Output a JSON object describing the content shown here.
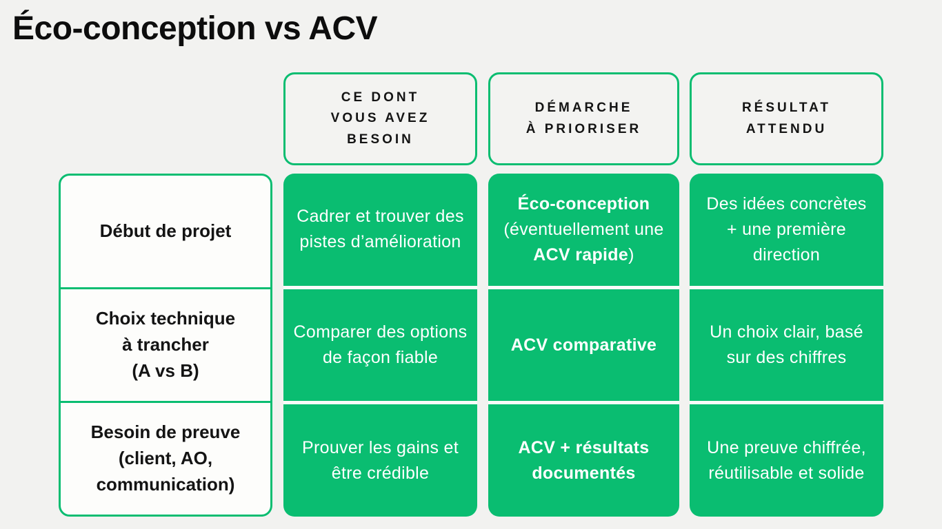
{
  "title": "Éco-conception vs ACV",
  "colors": {
    "green": "#0abd71",
    "background": "#f2f2f0",
    "card_background": "#fdfdfb",
    "header_text": "#141414",
    "cell_text": "#ffffff"
  },
  "columns": [
    {
      "id": "besoin",
      "header": "CE DONT\nVOUS AVEZ\nBESOIN"
    },
    {
      "id": "demarche",
      "header": "DÉMARCHE\nÀ PRIORISER"
    },
    {
      "id": "resultat",
      "header": "RÉSULTAT\nATTENDU"
    }
  ],
  "rows": [
    {
      "id": "debut-de-projet",
      "label": "Début de projet"
    },
    {
      "id": "choix-technique",
      "label": "Choix technique\nà trancher\n(A vs B)"
    },
    {
      "id": "besoin-de-preuve",
      "label": "Besoin de preuve\n(client, AO,\ncommunication)"
    }
  ],
  "cells": [
    [
      {
        "segments": [
          {
            "text": "Cadrer et trouver des pistes d’amélioration",
            "bold": false
          }
        ]
      },
      {
        "segments": [
          {
            "text": "Éco-conception",
            "bold": true
          },
          {
            "text": " (éventuellement une ",
            "bold": false
          },
          {
            "text": "ACV rapide",
            "bold": true
          },
          {
            "text": ")",
            "bold": false
          }
        ]
      },
      {
        "segments": [
          {
            "text": "Des idées concrètes + une première direction",
            "bold": false
          }
        ]
      }
    ],
    [
      {
        "segments": [
          {
            "text": "Comparer des options de façon fiable",
            "bold": false
          }
        ]
      },
      {
        "segments": [
          {
            "text": "ACV comparative",
            "bold": true
          }
        ]
      },
      {
        "segments": [
          {
            "text": "Un choix clair, basé sur des chiffres",
            "bold": false
          }
        ]
      }
    ],
    [
      {
        "segments": [
          {
            "text": "Prouver les gains et être crédible",
            "bold": false
          }
        ]
      },
      {
        "segments": [
          {
            "text": "ACV + résultats documentés",
            "bold": true
          }
        ]
      },
      {
        "segments": [
          {
            "text": "Une preuve chiffrée, réutilisable et solide",
            "bold": false
          }
        ]
      }
    ]
  ]
}
